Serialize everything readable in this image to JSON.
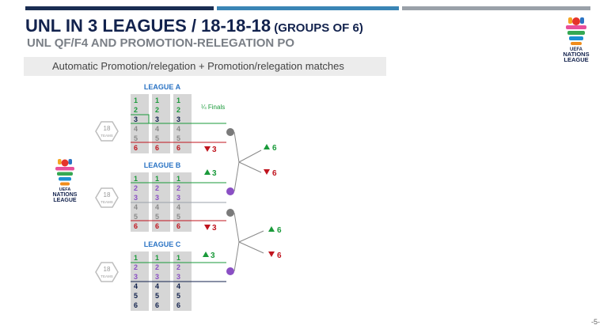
{
  "header": {
    "title_main": "UNL IN 3 LEAGUES / 18-18-18",
    "title_suffix": " (GROUPS OF 6)",
    "subtitle": "UNL QF/F4 AND PROMOTION-RELEGATION PO",
    "banner": "Automatic Promotion/relegation + Promotion/relegation matches",
    "page_number": "-5-"
  },
  "logo": {
    "line1": "UEFA",
    "line2": "NATIONS",
    "line3": "LEAGUE"
  },
  "colors": {
    "navy": "#12224d",
    "green": "#1a9a3a",
    "red": "#c0141e",
    "purple": "#8a4fc4",
    "grey_text": "#8a8a8a",
    "column_bg": "#d6d6d6",
    "bar_dark": "#1a2d52",
    "bar_blue": "#3a85b5",
    "bar_grey": "#9aa1a9"
  },
  "diagram": {
    "team_badge_number": "18",
    "team_badge_label": "TEAMS",
    "quarter_finals_label": "¼ Finals",
    "leagues": [
      {
        "name": "LEAGUE A",
        "ranks": [
          "1",
          "2",
          "3",
          "4",
          "5",
          "6"
        ],
        "up_label": "",
        "down_label": "3"
      },
      {
        "name": "LEAGUE B",
        "ranks": [
          "1",
          "2",
          "3",
          "4",
          "5",
          "6"
        ],
        "up_label": "3",
        "down_label": "3"
      },
      {
        "name": "LEAGUE C",
        "ranks": [
          "1",
          "2",
          "3",
          "4",
          "5",
          "6"
        ],
        "up_label": "3",
        "down_label": ""
      }
    ],
    "playoffs": [
      {
        "up_label": "6",
        "down_label": "6"
      },
      {
        "up_label": "6",
        "down_label": "6"
      }
    ]
  }
}
